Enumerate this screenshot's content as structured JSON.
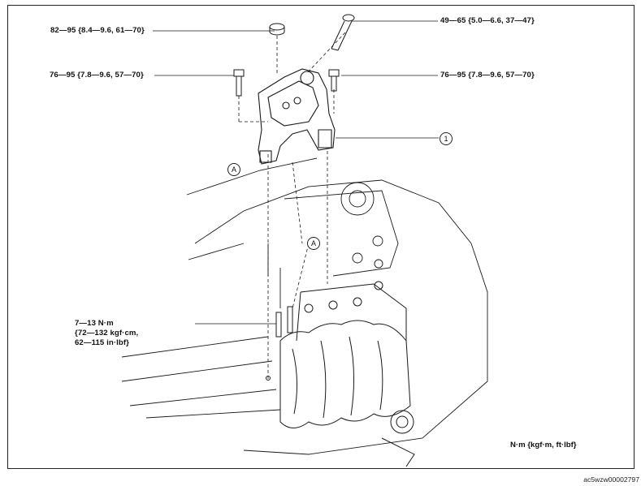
{
  "torques": {
    "t1": "82—95 {8.4—9.6, 61—70}",
    "t2": "49—65 {5.0—6.6, 37—47}",
    "t3": "76—95 {7.8—9.6, 57—70}",
    "t4": "76—95 {7.8—9.6, 57—70}",
    "t5_line1": "7—13 N·m",
    "t5_line2": "{72—132 kgf·cm,",
    "t5_line3": "62—115 in·lbf}"
  },
  "callouts": {
    "part1": "1",
    "ref_a_upper": "A",
    "ref_a_lower": "A"
  },
  "units_note": "N·m {kgf·m, ft·lbf}",
  "figure_code": "ac5wzw00002797"
}
